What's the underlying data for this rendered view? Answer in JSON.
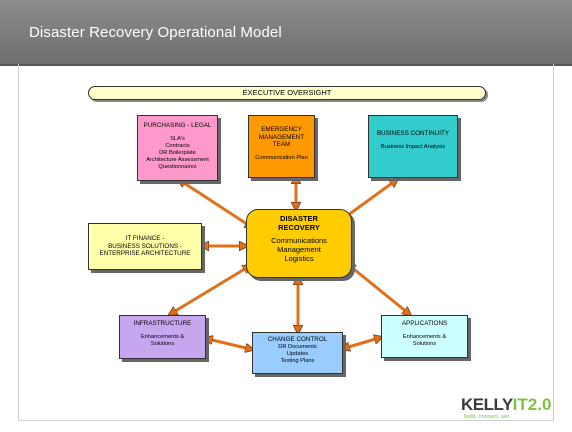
{
  "slide": {
    "title": "Disaster Recovery Operational Model"
  },
  "diagram": {
    "executive": "EXECUTIVE OVERSIGHT",
    "center": {
      "title_line1": "DISASTER",
      "title_line2": "RECOVERY",
      "items": [
        "Communications",
        "Management",
        "Logistics"
      ]
    },
    "purchasing": {
      "title": "PURCHASING -  LEGAL",
      "items": [
        "SLA's",
        "Contracts",
        "DR Boilerplate",
        "Architecture Assessment",
        "Questionnaires"
      ]
    },
    "emergency": {
      "title_line1": "EMERGENCY",
      "title_line2": "MANAGEMENT TEAM",
      "item": "Communication Plan"
    },
    "continuity": {
      "title": "BUSINESS CONTINUITY",
      "item": "Business Impact Analysis"
    },
    "itfinance": {
      "line1": "IT FINANCE  -",
      "line2": "BUSINESS SOLUTIONS -",
      "line3": "ENTERPRISE ARCHITECTURE"
    },
    "infrastructure": {
      "title": "INFRASTRUCTURE",
      "items": [
        "Enhancements &",
        "Solutions"
      ]
    },
    "change_control": {
      "title": "CHANGE CONTROL",
      "items": [
        "DR Documents",
        "Updates",
        "Testing Plans"
      ]
    },
    "applications": {
      "title": "APPLICATIONS",
      "items": [
        "Enhancements &",
        "Solutions"
      ]
    },
    "arrow_color": "#e0701a"
  },
  "logo": {
    "word": "KELLY",
    "mark": "IT2.0",
    "tagline": "build. connect. win."
  }
}
